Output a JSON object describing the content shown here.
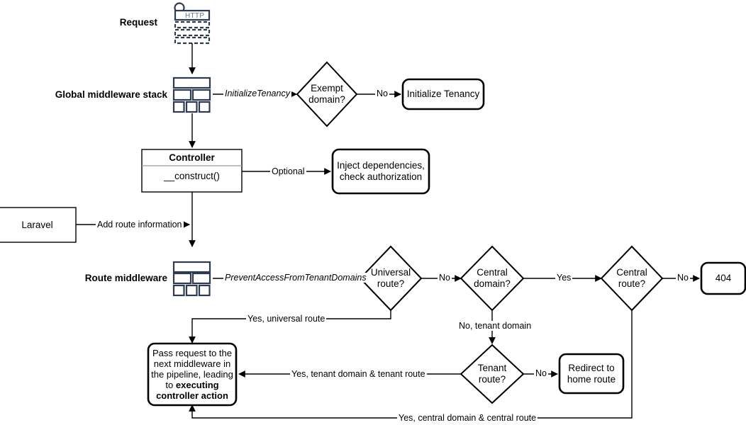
{
  "diagram": {
    "title": "Laravel multi-tenancy request lifecycle flowchart",
    "colors": {
      "stroke": "#000000",
      "icon_stroke": "#2E3B4E",
      "background": "#ffffff",
      "divider": "#9a9a9a",
      "http_text": "#6b7380"
    }
  },
  "side_labels": {
    "request": "Request",
    "global_middleware_stack": "Global middleware stack",
    "route_middleware": "Route middleware"
  },
  "icons": {
    "http_badge": "HTTP",
    "request_icon_name": "http-request-icon",
    "global_stack_icon_name": "middleware-stack-icon",
    "route_stack_icon_name": "middleware-stack-icon"
  },
  "nodes": {
    "exempt_domain": "Exempt\ndomain?",
    "exempt_domain_line1": "Exempt",
    "exempt_domain_line2": "domain?",
    "initialize_tenancy": "Initialize Tenancy",
    "controller_title": "Controller",
    "controller_method": "__construct()",
    "inject_dependencies_line1": "Inject dependencies,",
    "inject_dependencies_line2": "check authorization",
    "laravel": "Laravel",
    "universal_route_line1": "Universal",
    "universal_route_line2": "route?",
    "central_domain_line1": "Central",
    "central_domain_line2": "domain?",
    "central_route_line1": "Central",
    "central_route_line2": "route?",
    "not_found": "404",
    "tenant_route_line1": "Tenant",
    "tenant_route_line2": "route?",
    "redirect_home_line1": "Redirect to",
    "redirect_home_line2": "home route",
    "pass_request_part1": "Pass request to the next middleware in the pipeline, leading to ",
    "pass_request_bold": "executing controller action"
  },
  "edge_labels": {
    "initialize_tenancy_mw": "InitializeTenancy",
    "exempt_no": "No",
    "optional": "Optional",
    "add_route_information": "Add route information",
    "prevent_access_mw": "PreventAccessFromTenantDomains",
    "universal_no": "No",
    "central_domain_yes": "Yes",
    "central_route_no": "No",
    "yes_universal_route": "Yes, universal route",
    "no_tenant_domain": "No, tenant domain",
    "tenant_route_no": "No",
    "yes_tenant_domain_tenant_route": "Yes, tenant domain & tenant route",
    "yes_central_domain_central_route": "Yes, central domain & central route"
  }
}
